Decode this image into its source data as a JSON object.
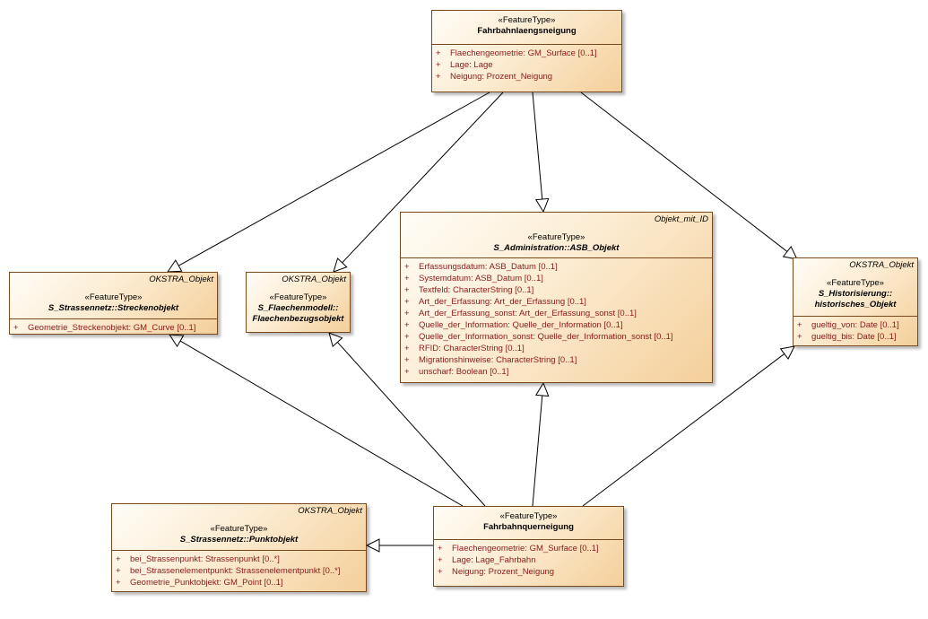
{
  "classes": {
    "fahrbahnlaengsneigung": {
      "stereotype": "«FeatureType»",
      "name": "Fahrbahnlaengsneigung",
      "attributes": [
        {
          "vis": "+",
          "text": "Flaechengeometrie: GM_Surface [0..1]"
        },
        {
          "vis": "+",
          "text": "Lage: Lage"
        },
        {
          "vis": "+",
          "text": "Neigung: Prozent_Neigung"
        }
      ]
    },
    "streckenobjekt": {
      "tagged_value": "OKSTRA_Objekt",
      "stereotype": "«FeatureType»",
      "name": "S_Strassennetz::Streckenobjekt",
      "attributes": [
        {
          "vis": "+",
          "text": "Geometrie_Streckenobjekt: GM_Curve [0..1]"
        }
      ]
    },
    "flaechenbezugsobjekt": {
      "tagged_value": "OKSTRA_Objekt",
      "stereotype": "«FeatureType»",
      "name_line1": "S_Flaechenmodell::",
      "name_line2": "Flaechenbezugsobjekt"
    },
    "asb_objekt": {
      "tagged_value": "Objekt_mit_ID",
      "stereotype": "«FeatureType»",
      "name": "S_Administration::ASB_Objekt",
      "attributes": [
        {
          "vis": "+",
          "text": "Erfassungsdatum: ASB_Datum [0..1]"
        },
        {
          "vis": "+",
          "text": "Systemdatum: ASB_Datum [0..1]"
        },
        {
          "vis": "+",
          "text": "Textfeld: CharacterString [0..1]"
        },
        {
          "vis": "+",
          "text": "Art_der_Erfassung: Art_der_Erfassung [0..1]"
        },
        {
          "vis": "+",
          "text": "Art_der_Erfassung_sonst: Art_der_Erfassung_sonst [0..1]"
        },
        {
          "vis": "+",
          "text": "Quelle_der_Information: Quelle_der_Information [0..1]"
        },
        {
          "vis": "+",
          "text": "Quelle_der_Information_sonst: Quelle_der_Information_sonst [0..1]"
        },
        {
          "vis": "+",
          "text": "RFID: CharacterString [0..1]"
        },
        {
          "vis": "+",
          "text": "Migrationshinweise: CharacterString [0..1]"
        },
        {
          "vis": "+",
          "text": "unscharf: Boolean [0..1]"
        }
      ]
    },
    "historisches_objekt": {
      "tagged_value": "OKSTRA_Objekt",
      "stereotype": "«FeatureType»",
      "name_line1": "S_Historisierung::",
      "name_line2": "historisches_Objekt",
      "attributes": [
        {
          "vis": "+",
          "text": "gueltig_von: Date [0..1]"
        },
        {
          "vis": "+",
          "text": "gueltig_bis: Date [0..1]"
        }
      ]
    },
    "punktobjekt": {
      "tagged_value": "OKSTRA_Objekt",
      "stereotype": "«FeatureType»",
      "name": "S_Strassennetz::Punktobjekt",
      "attributes": [
        {
          "vis": "+",
          "text": "bei_Strassenpunkt: Strassenpunkt [0..*]"
        },
        {
          "vis": "+",
          "text": "bei_Strassenelementpunkt: Strassenelementpunkt [0..*]"
        },
        {
          "vis": "+",
          "text": "Geometrie_Punktobjekt: GM_Point [0..1]"
        }
      ]
    },
    "fahrbahnquerneigung": {
      "stereotype": "«FeatureType»",
      "name": "Fahrbahnquerneigung",
      "attributes": [
        {
          "vis": "+",
          "text": "Flaechengeometrie: GM_Surface [0..1]"
        },
        {
          "vis": "+",
          "text": "Lage: Lage_Fahrbahn"
        },
        {
          "vis": "+",
          "text": "Neigung: Prozent_Neigung"
        }
      ]
    }
  },
  "relationships": [
    {
      "type": "generalization",
      "from": "fahrbahnlaengsneigung",
      "to": "streckenobjekt"
    },
    {
      "type": "generalization",
      "from": "fahrbahnlaengsneigung",
      "to": "flaechenbezugsobjekt"
    },
    {
      "type": "generalization",
      "from": "fahrbahnlaengsneigung",
      "to": "asb_objekt"
    },
    {
      "type": "generalization",
      "from": "fahrbahnlaengsneigung",
      "to": "historisches_objekt"
    },
    {
      "type": "generalization",
      "from": "fahrbahnquerneigung",
      "to": "streckenobjekt"
    },
    {
      "type": "generalization",
      "from": "fahrbahnquerneigung",
      "to": "flaechenbezugsobjekt"
    },
    {
      "type": "generalization",
      "from": "fahrbahnquerneigung",
      "to": "asb_objekt"
    },
    {
      "type": "generalization",
      "from": "fahrbahnquerneigung",
      "to": "historisches_objekt"
    },
    {
      "type": "generalization",
      "from": "fahrbahnquerneigung",
      "to": "punktobjekt"
    }
  ]
}
